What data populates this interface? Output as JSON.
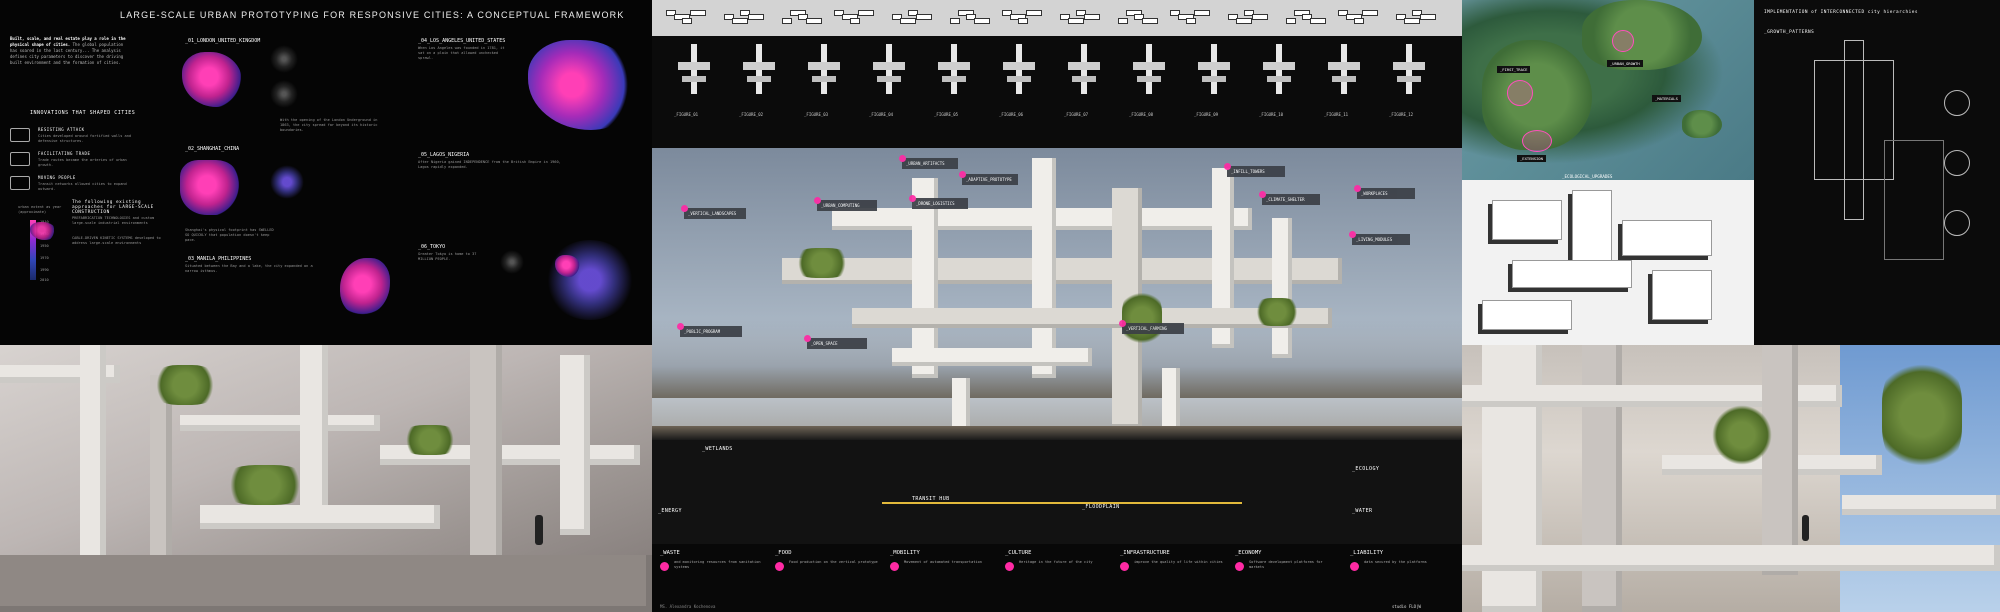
{
  "title": "LARGE-SCALE URBAN PROTOTYPING FOR RESPONSIVE CITIES: A CONCEPTUAL FRAMEWORK",
  "intro": {
    "lead": "Built, scale, and real estate play a role in the physical shape of cities.",
    "body": "The global population has soared in the last century... The analysis defines city parameters to discover the driving built environment and the formation of cities."
  },
  "innovations_heading": "INNOVATIONS THAT SHAPED CITIES",
  "innovations": [
    {
      "name": "RESISTING ATTACK",
      "text": "Cities developed around fortified walls and defensive structures."
    },
    {
      "name": "FACILITATING TRADE",
      "text": "Trade routes became the arteries of urban growth."
    },
    {
      "name": "MOVING PEOPLE",
      "text": "Transit networks allowed cities to expand outward."
    }
  ],
  "legend": {
    "title": "urban extent as year (approximate)",
    "values": [
      "1910",
      "1930",
      "1950",
      "1970",
      "1990",
      "2010"
    ]
  },
  "growth": {
    "heading": "The following existing approaches for LARGE-SCALE CONSTRUCTION",
    "items": [
      "PREFABRICATION TECHNOLOGIES and custom large-scale industrial environments",
      "CABLE-DRIVEN KINETIC SYSTEMS developed to address large-scale environments"
    ]
  },
  "cities": [
    {
      "label": "_01_LONDON_UNITED_KINGDOM",
      "text": "With the opening of the London Underground in 1863, the city spread far beyond its historic boundaries."
    },
    {
      "label": "_02_SHANGHAI_CHINA",
      "text": "Shanghai's physical footprint has SWELLED SO QUICKLY that population doesn't keep pace."
    },
    {
      "label": "_03_MANILA_PHILIPPINES",
      "text": "Situated between the Bay and a lake, the city expanded on a narrow isthmus."
    },
    {
      "label": "_04_LOS_ANGELES_UNITED_STATES",
      "text": "When Los Angeles was founded in 1781, it sat on a plain that allowed unchecked sprawl."
    },
    {
      "label": "_05_LAGOS_NIGERIA",
      "text": "After Nigeria gained INDEPENDENCE from the British Empire in 1960, Lagos rapidly expanded."
    },
    {
      "label": "_06_TOKYO",
      "text": "Greater Tokyo is home to 37 MILLION PEOPLE."
    }
  ],
  "figures": [
    {
      "label": "_FIGURE_01"
    },
    {
      "label": "_FIGURE_02"
    },
    {
      "label": "_FIGURE_03"
    },
    {
      "label": "_FIGURE_04"
    },
    {
      "label": "_FIGURE_05"
    },
    {
      "label": "_FIGURE_06"
    },
    {
      "label": "_FIGURE_07"
    },
    {
      "label": "_FIGURE_08"
    },
    {
      "label": "_FIGURE_09"
    },
    {
      "label": "_FIGURE_10"
    },
    {
      "label": "_FIGURE_11"
    },
    {
      "label": "_FIGURE_12"
    }
  ],
  "hero_callouts": [
    {
      "label": "_URBAN_COMPUTING"
    },
    {
      "label": "_URBAN_ARTIFACTS"
    },
    {
      "label": "_ADAPTIVE_PROTOTYPE"
    },
    {
      "label": "_DRONE_LOGISTICS"
    },
    {
      "label": "_VERTICAL_LANDSCAPES"
    },
    {
      "label": "_INFILL_TOWERS"
    },
    {
      "label": "_CLIMATE_SHELTER"
    },
    {
      "label": "_WORKPLACES"
    },
    {
      "label": "_LIVING_MODULES"
    },
    {
      "label": "_PUBLIC_PROGRAM"
    },
    {
      "label": "_OPEN_SPACE"
    },
    {
      "label": "_VERTICAL_FARMING"
    }
  ],
  "ground_labels": {
    "wetlands": "_WETLANDS",
    "transit": "TRANSIT HUB",
    "floodplain": "_FLOODPLAIN",
    "ecology": "_ECOLOGY"
  },
  "systems": [
    {
      "name": "_ENERGY"
    },
    {
      "name": "_WATER"
    }
  ],
  "categories": [
    {
      "name": "_WASTE",
      "text": "and monitoring resources from sanitation systems"
    },
    {
      "name": "_FOOD",
      "text": "Food production on the vertical prototype"
    },
    {
      "name": "_MOBILITY",
      "text": "Movement of automated transportation"
    },
    {
      "name": "_CULTURE",
      "text": "Heritage in the future of the city"
    },
    {
      "name": "_INFRASTRUCTURE",
      "text": "improve the quality of life within cities"
    },
    {
      "name": "_ECONOMY",
      "text": "Software development platforms for markets"
    },
    {
      "name": "_LIABILITY",
      "text": "data secured by the platforms"
    }
  ],
  "footer": {
    "left": "MS. Alexandra Kochenova",
    "right": "studio FLO|W"
  },
  "map_labels": [
    "_FIRST_TRACE",
    "_URBAN_GROWTH",
    "_EXTENSION",
    "_MATERIALS"
  ],
  "iso_caption": "_ECOLOGICAL_UPGRADES",
  "right_heading": "IMPLEMENTATION of INTERCONNECTED city hierarchies",
  "right_sub": "_GROWTH_PATTERNS"
}
